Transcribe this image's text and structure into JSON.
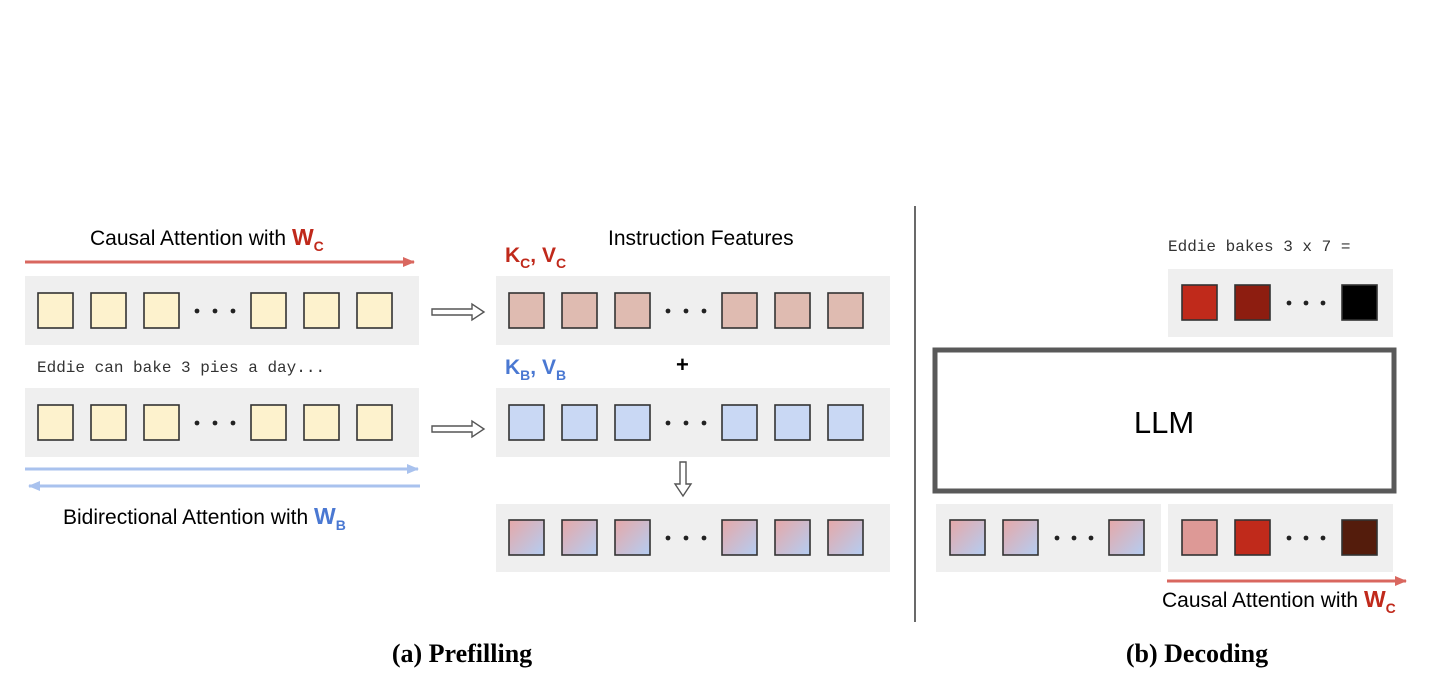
{
  "colors": {
    "causal": "#d9675f",
    "causal_text": "#c0291b",
    "bidir": "#a9c2ee",
    "bidir_text": "#4a78d2",
    "token_fill": "#fdf2cd",
    "causal_feature_fill": "#dfbbb1",
    "bidir_feature_fill": "#c9d8f4",
    "row_bg": "#efefef",
    "llm_border": "#595959"
  },
  "prefilling": {
    "causal_label": "Causal Attention with ",
    "causal_weight": "W",
    "causal_weight_sub": "C",
    "bidir_label": "Bidirectional Attention with ",
    "bidir_weight": "W",
    "bidir_weight_sub": "B",
    "input_text": "Eddie can bake 3 pies a day...",
    "features_title": "Instruction Features",
    "kv_c": {
      "k": "K",
      "k_sub": "C",
      "sep": ", ",
      "v": "V",
      "v_sub": "C"
    },
    "kv_b": {
      "k": "K",
      "k_sub": "B",
      "sep": ", ",
      "v": "V",
      "v_sub": "B"
    },
    "plus": "+",
    "caption": "(a) Prefilling"
  },
  "decoding": {
    "output_text": "Eddie bakes 3 x 7 =",
    "model_label": "LLM",
    "causal_label": "Causal Attention with ",
    "causal_weight": "W",
    "causal_weight_sub": "C",
    "output_token_colors": [
      "#c02a1b",
      "#8d1d10",
      "#000000"
    ],
    "decoded_token_colors": [
      "#dd9996",
      "#c02a1b",
      "#541c0c"
    ],
    "caption": "(b) Decoding"
  }
}
